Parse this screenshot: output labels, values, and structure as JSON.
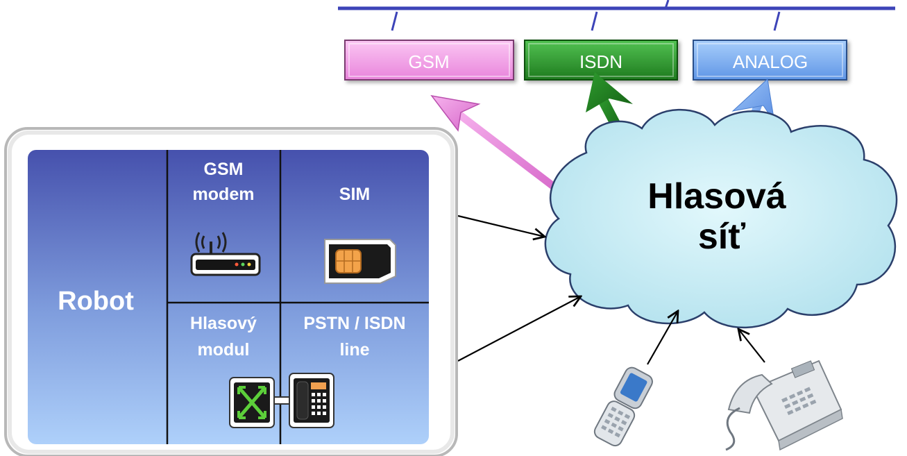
{
  "networks": [
    {
      "label": "GSM",
      "color": "#f49ce8"
    },
    {
      "label": "ISDN",
      "color": "#2e9a2e"
    },
    {
      "label": "ANALOG",
      "color": "#7eb0f4"
    }
  ],
  "robot": {
    "title": "Robot",
    "cells": {
      "gsm_modem": {
        "line1": "GSM",
        "line2": "modem"
      },
      "sim": {
        "line1": "SIM"
      },
      "voice_module": {
        "line1": "Hlasový",
        "line2": "modul"
      },
      "pstn_line": {
        "line1": "PSTN / ISDN",
        "line2": "line"
      }
    }
  },
  "cloud": {
    "line1": "Hlasová",
    "line2": "síť"
  },
  "colors": {
    "bus": "#3d44b8",
    "robot_gradient_top": "#4a55b0",
    "robot_gradient_bottom": "#a8ccf8",
    "cloud_fill": "#c4ecf4",
    "gsm_arrow": "#e07ad4",
    "isdn_arrow": "#1f7a1f",
    "analog_arrow": "#6a9ef0"
  },
  "icons": [
    "gsm-modem-icon",
    "sim-card-icon",
    "voice-module-icon",
    "desk-phone-icon",
    "mobile-phone-icon",
    "office-phone-icon"
  ]
}
